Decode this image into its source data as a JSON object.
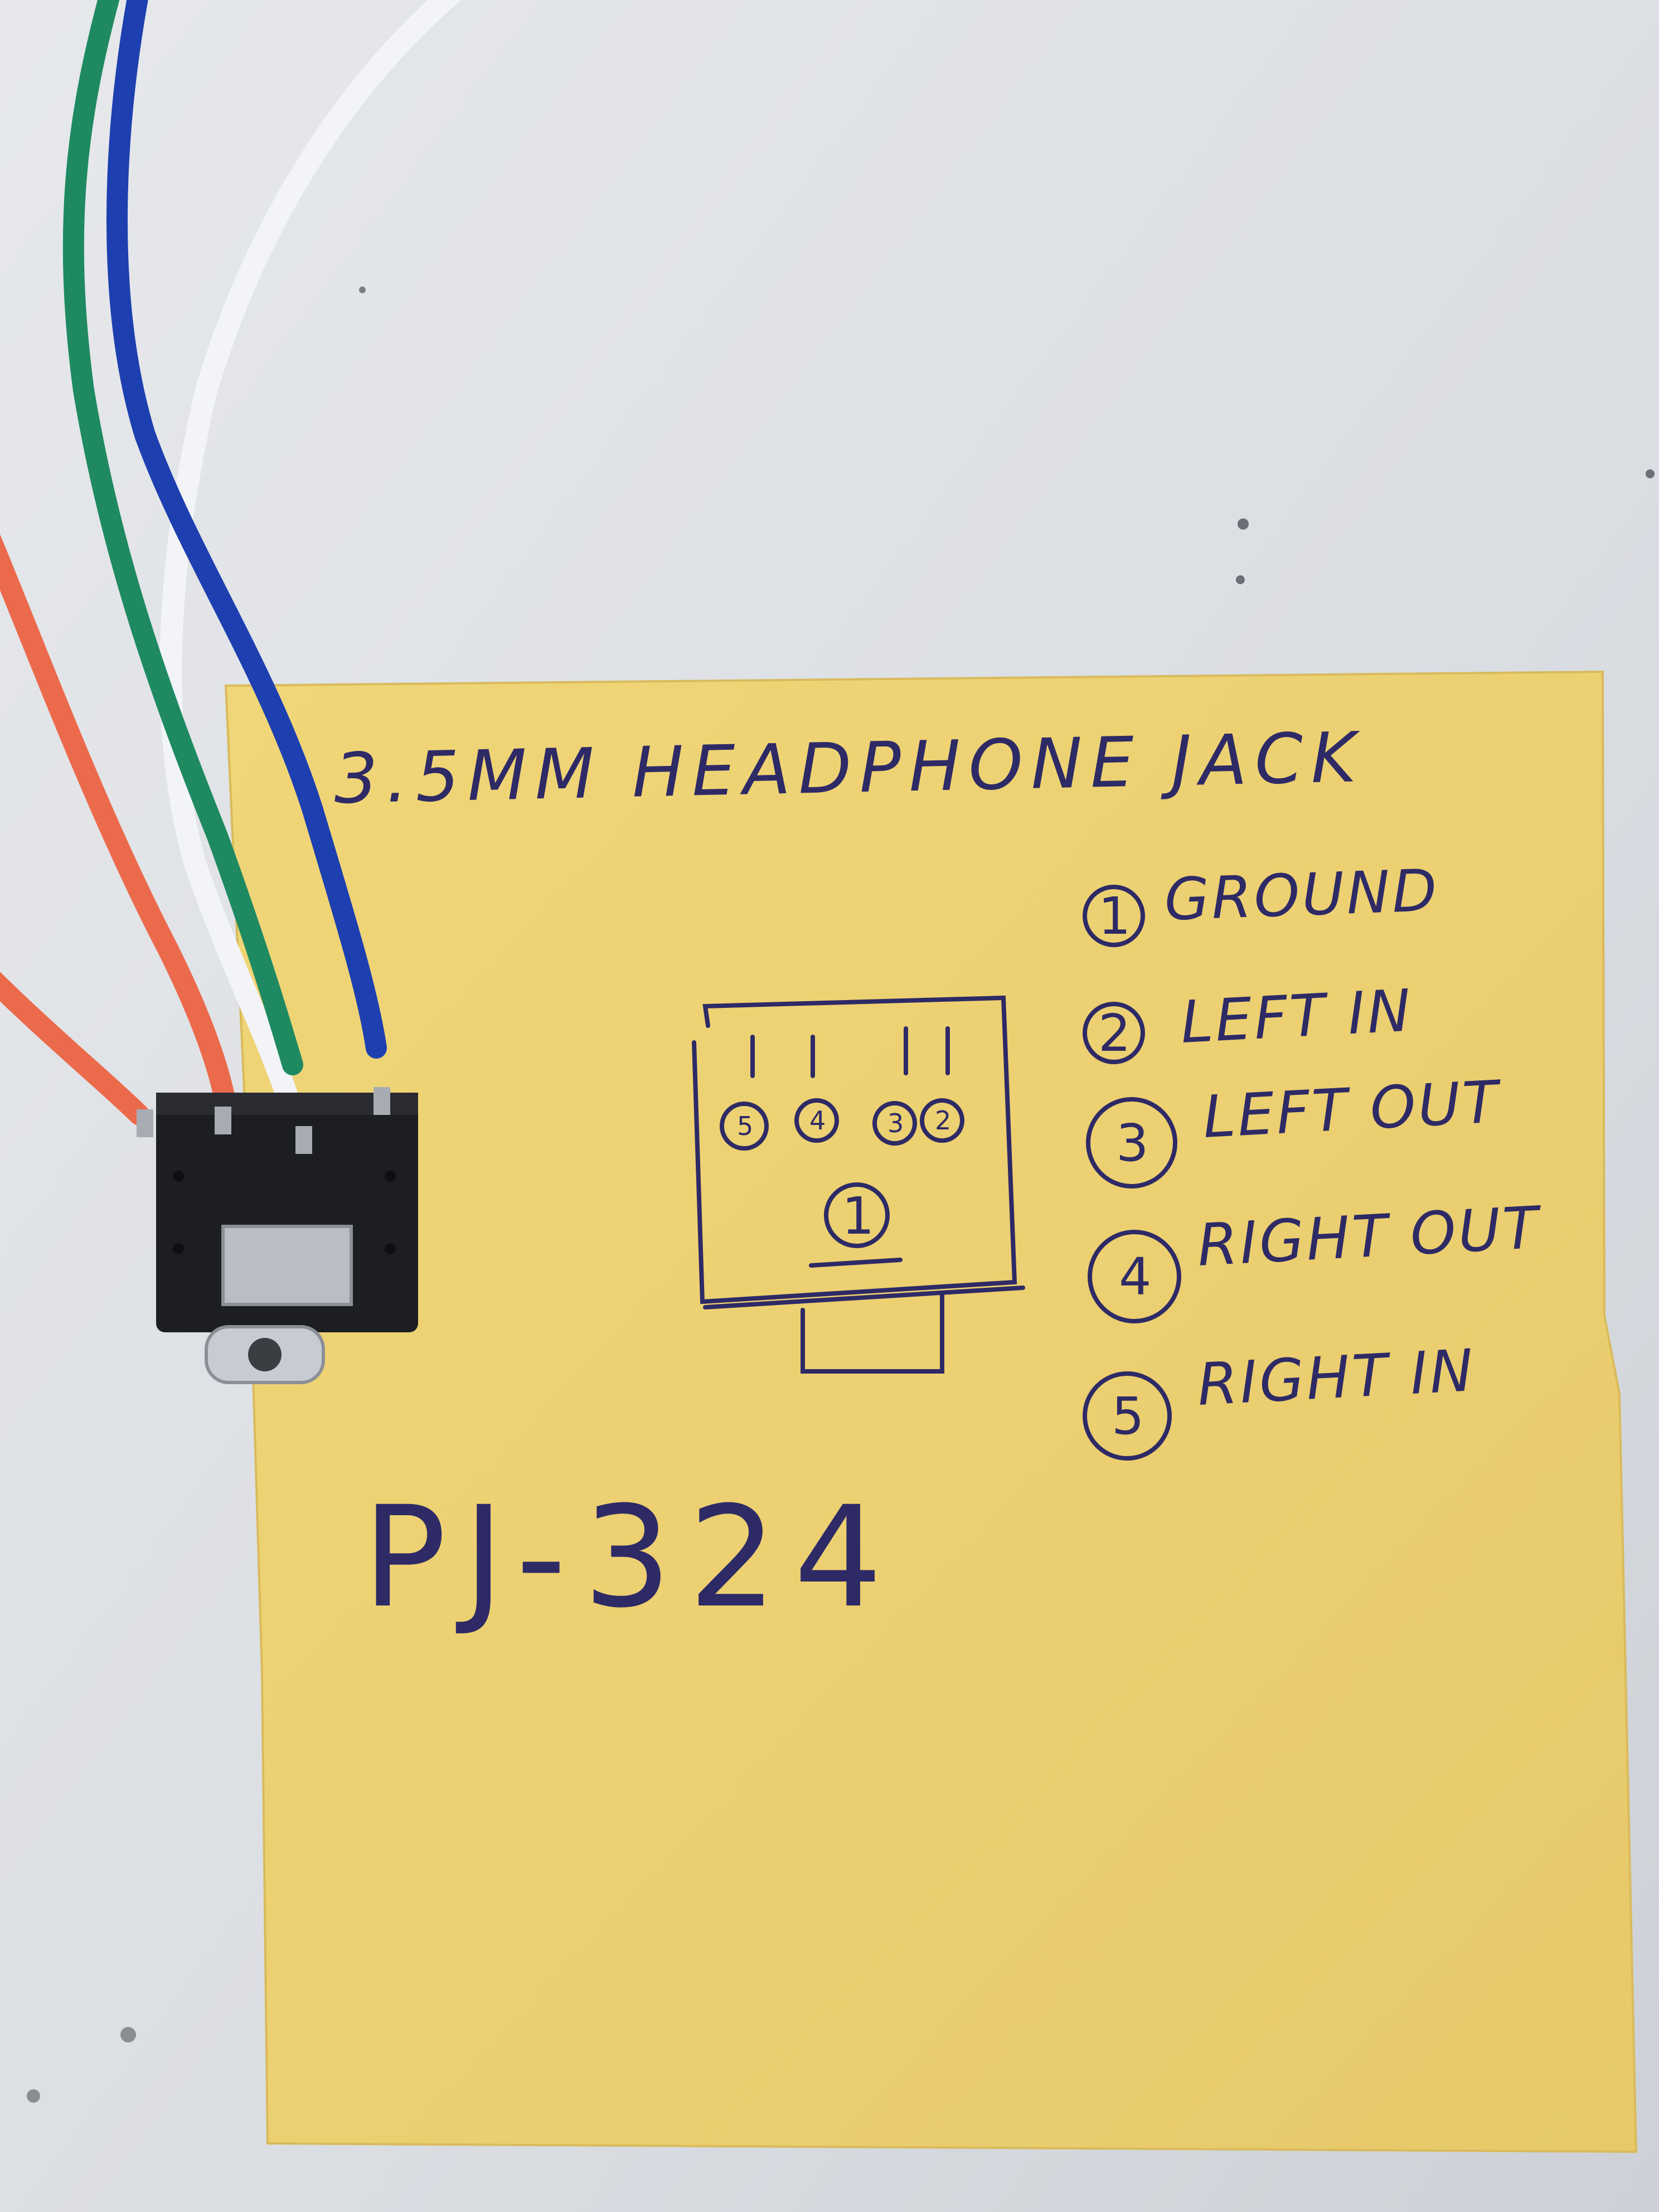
{
  "note": {
    "title": "3.5MM HEADPHONE JACK",
    "part_number": "PJ-324",
    "color": "#ecd172",
    "ink": "#2e2a66"
  },
  "diagram": {
    "top_pins": [
      "5",
      "4",
      "3",
      "2"
    ],
    "bottom_pin": "1"
  },
  "legend": [
    {
      "num": "1",
      "label": "GROUND"
    },
    {
      "num": "2",
      "label": "LEFT IN"
    },
    {
      "num": "3",
      "label": "LEFT OUT"
    },
    {
      "num": "4",
      "label": "RIGHT OUT"
    },
    {
      "num": "5",
      "label": "RIGHT IN"
    }
  ],
  "wires": [
    {
      "name": "green",
      "color": "#1f8a62"
    },
    {
      "name": "blue",
      "color": "#1d3fb0"
    },
    {
      "name": "white",
      "color": "#f2f4f7"
    },
    {
      "name": "orange",
      "color": "#ec6a4c"
    }
  ]
}
